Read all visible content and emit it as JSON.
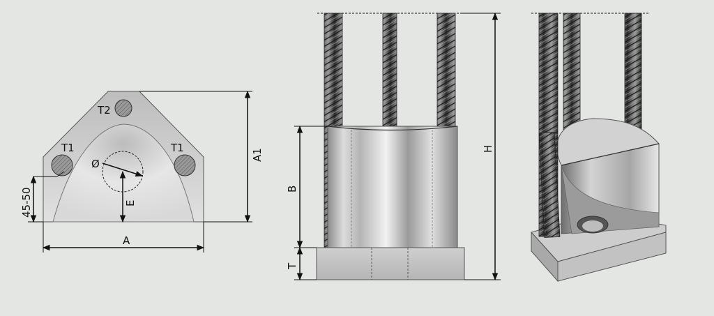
{
  "drawing": {
    "colors": {
      "background": "#e4e6e4",
      "steel_light": "#e2e2e2",
      "steel_mid": "#c8c8c8",
      "steel_dark": "#5a5a5a",
      "rebar": "#4d4d4d",
      "line": "#111111"
    },
    "top_view": {
      "labels": {
        "t2": "T2",
        "t1_left": "T1",
        "t1_right": "T1",
        "diameter": "Ø",
        "e": "E",
        "a": "A",
        "a1": "A1",
        "edge": "45-50"
      }
    },
    "side_view": {
      "labels": {
        "h": "H",
        "b": "B",
        "t": "T"
      }
    },
    "iso_view": {
      "description_icons": [
        "rebar-icon",
        "base-plate-icon"
      ]
    }
  }
}
